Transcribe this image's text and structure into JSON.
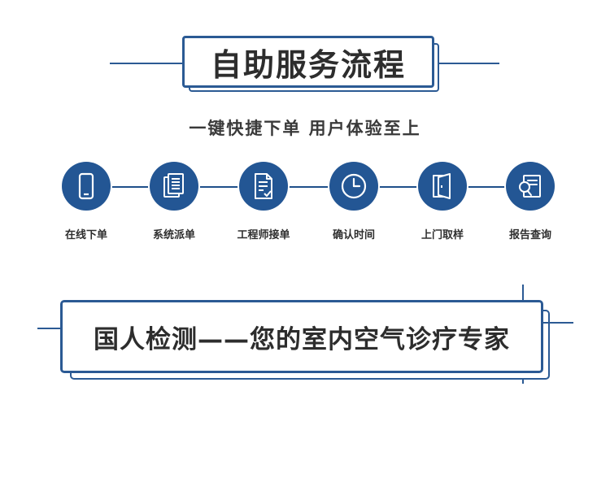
{
  "title": "自助服务流程",
  "subtitle": "一键快捷下单  用户体验至上",
  "steps": [
    {
      "label": "在线下单",
      "icon": "phone-icon"
    },
    {
      "label": "系统派单",
      "icon": "documents-icon"
    },
    {
      "label": "工程师接单",
      "icon": "signed-document-icon"
    },
    {
      "label": "确认时间",
      "icon": "clock-icon"
    },
    {
      "label": "上门取样",
      "icon": "door-icon"
    },
    {
      "label": "报告查询",
      "icon": "report-search-icon"
    }
  ],
  "banner": "国人检测——您的室内空气诊疗专家",
  "colors": {
    "accent": "#235694",
    "text": "#2d2d2d"
  }
}
